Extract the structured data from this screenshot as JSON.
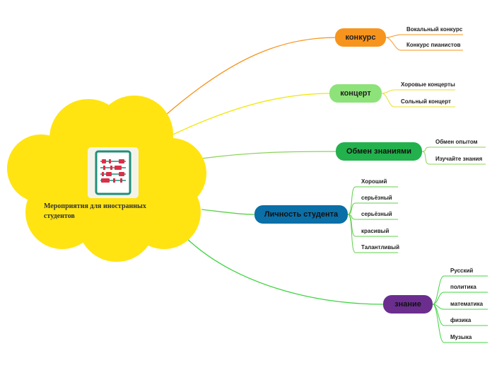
{
  "root": {
    "title": "Мероприятия для иностранных студентов",
    "icon": "abacus-icon",
    "cloud_color": "#ffe412"
  },
  "branches": [
    {
      "label": "конкурс",
      "color": "#f7941d",
      "text_color": "#222222",
      "children": [
        "Вокальный конкурс",
        "Конкурс пианистов"
      ]
    },
    {
      "label": "концерт",
      "color": "#8ee27a",
      "text_color": "#222222",
      "children": [
        "Хоровые концерты",
        "Сольный концерт"
      ]
    },
    {
      "label": "Обмен знаниями",
      "color": "#23b14d",
      "text_color": "#111111",
      "children": [
        "Обмен опытом",
        "Изучайте знания"
      ]
    },
    {
      "label": "Личность студента",
      "color": "#0b6fa8",
      "text_color": "#111111",
      "children": [
        "Хороший",
        "серьёзный",
        "серьёзный",
        "красивый",
        "Талантливый"
      ]
    },
    {
      "label": "знание",
      "color": "#6b2e8f",
      "text_color": "#111111",
      "children": [
        "Русский",
        "политика",
        "математика",
        "физика",
        "Музыка"
      ]
    }
  ]
}
